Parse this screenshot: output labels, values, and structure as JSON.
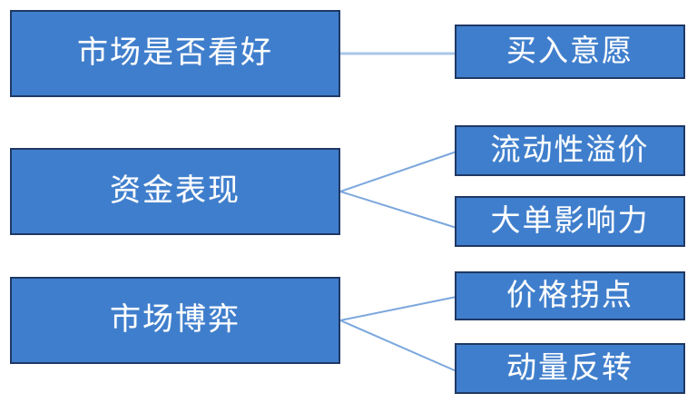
{
  "diagram": {
    "type": "hierarchy-tree",
    "title": "",
    "orientation": "left-to-right",
    "colors": {
      "node_fill": "#3f7ecc",
      "node_border": "#1f3864",
      "node_text": "#ffffff",
      "connector": "#a8c6e8",
      "background": "#ffffff"
    },
    "groups": [
      {
        "id": "market-outlook",
        "parent": {
          "id": "market-outlook",
          "label": "市场是否看好"
        },
        "children": [
          {
            "id": "buy-intent",
            "label": "买入意愿"
          }
        ],
        "connector_style": "straight"
      },
      {
        "id": "capital-flow",
        "parent": {
          "id": "capital-flow",
          "label": "资金表现"
        },
        "children": [
          {
            "id": "liquidity-premium",
            "label": "流动性溢价"
          },
          {
            "id": "large-order",
            "label": "大单影响力"
          }
        ],
        "connector_style": "fork"
      },
      {
        "id": "market-game",
        "parent": {
          "id": "market-game",
          "label": "市场博弈"
        },
        "children": [
          {
            "id": "price-turning",
            "label": "价格拐点"
          },
          {
            "id": "momentum-reversal",
            "label": "动量反转"
          }
        ],
        "connector_style": "fork"
      }
    ]
  }
}
